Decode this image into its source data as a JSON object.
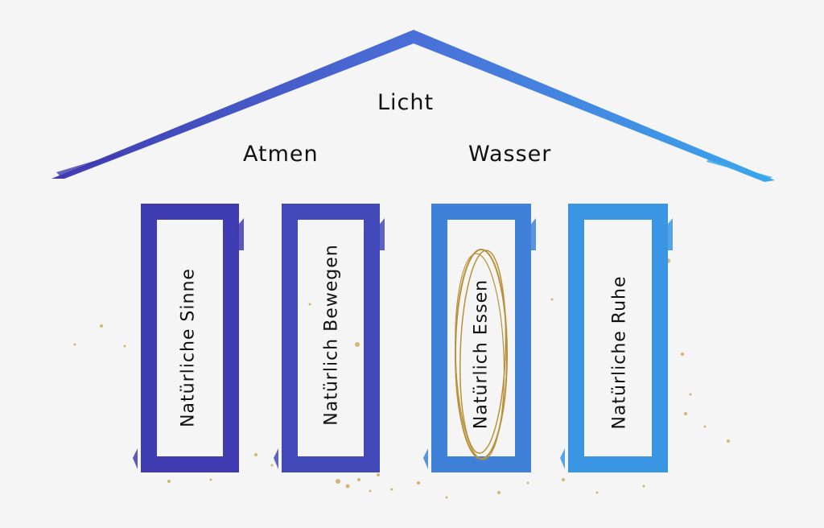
{
  "roof": {
    "top_label": "Licht",
    "left_label": "Atmen",
    "right_label": "Wasser"
  },
  "pillars": [
    {
      "label": "Natürliche Sinne",
      "highlighted": false
    },
    {
      "label": "Natürlich Bewegen",
      "highlighted": false
    },
    {
      "label": "Natürlich Essen",
      "highlighted": true
    },
    {
      "label": "Natürliche Ruhe",
      "highlighted": false
    }
  ],
  "colors": {
    "background": "#f5f5f5",
    "gradient_start": "#3f3bb0",
    "gradient_end": "#3aa2ea",
    "highlight_ring": "#b8923a",
    "splatter": "#c9a24a",
    "text": "#111111"
  }
}
